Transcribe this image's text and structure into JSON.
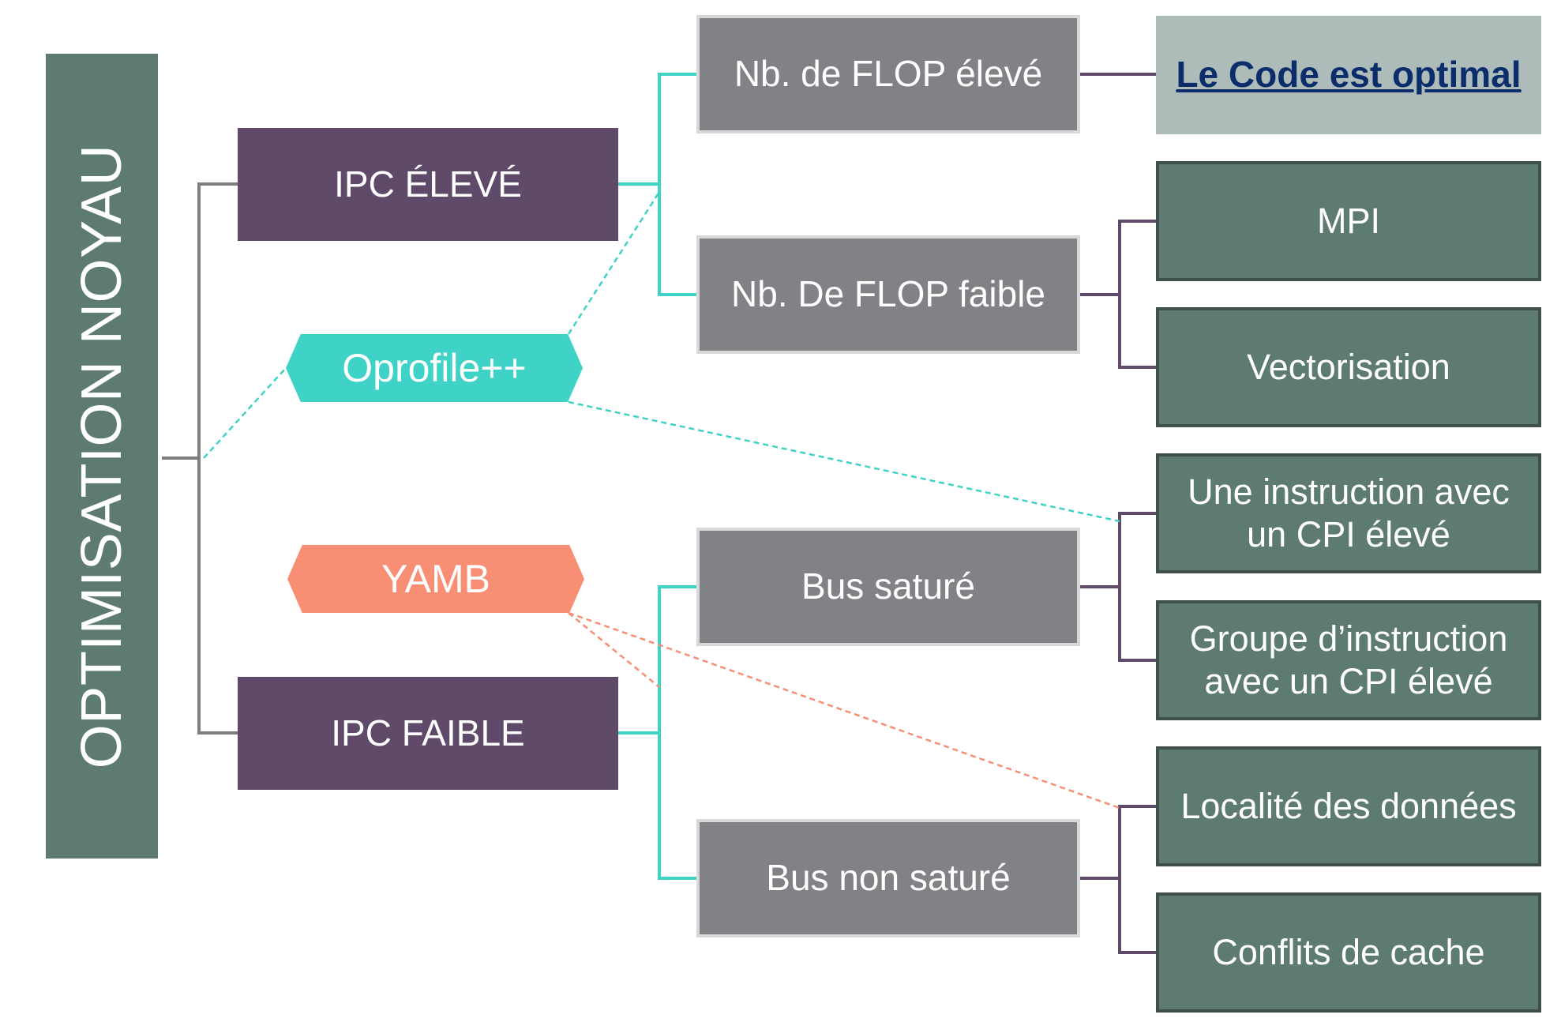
{
  "diagram": {
    "root": "OPTIMISATION NOYAU",
    "ipc_high": "IPC ÉLEVÉ",
    "ipc_low": "IPC FAIBLE",
    "tools": {
      "oprofile": "Oprofile++",
      "yamb": "YAMB"
    },
    "flop_high": "Nb. de FLOP élevé",
    "flop_low": "Nb. De FLOP faible",
    "bus_saturated": "Bus saturé",
    "bus_not_saturated": "Bus non saturé",
    "optimal": "Le Code est optimal",
    "leaves": {
      "mpi": "MPI",
      "vectorisation": "Vectorisation",
      "single_instruction": "Une instruction avec\nun CPI élevé",
      "instruction_group": "Groupe d’instruction\navec un CPI élevé",
      "data_locality": "Localité des données",
      "cache_conflicts": "Conflits de cache"
    },
    "colors": {
      "root": "#5e7b73",
      "ipc": "#5f4a69",
      "mid": "#818285",
      "leaf": "#5e7b73",
      "optimal_bg": "#adbcb8",
      "optimal_text": "#0c2d6b",
      "oprofile": "#3ed3c6",
      "yamb": "#f88f74",
      "connector_gray": "#7f7f7f",
      "connector_teal": "#3ed3c6",
      "connector_purple": "#5f4a69"
    }
  }
}
